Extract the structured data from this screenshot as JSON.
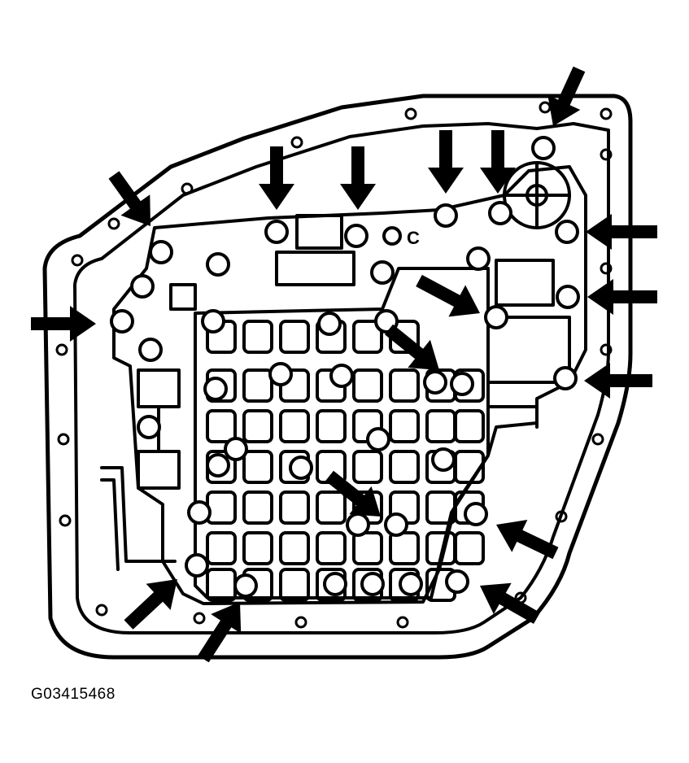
{
  "figure": {
    "code": "G03415468",
    "subject": "valve-body-bolt-locations"
  },
  "colors": {
    "ink": "#000000",
    "paper": "#ffffff"
  },
  "labels": {
    "port_stamp": "C"
  },
  "icons": {
    "arrow": "bold-arrow-icon",
    "bolt": "bolt-head-icon"
  },
  "arrow_count": 17
}
